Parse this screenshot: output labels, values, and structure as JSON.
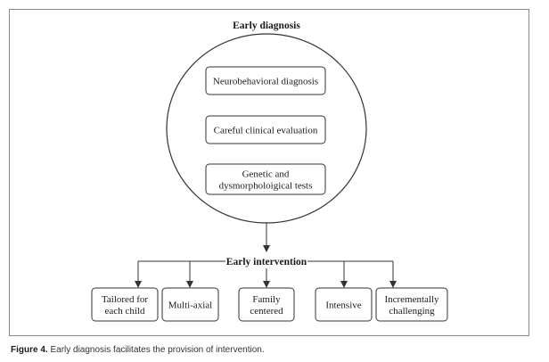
{
  "diagram": {
    "title": "Early diagnosis",
    "diagnosis_items": [
      [
        "Neurobehavioral diagnosis"
      ],
      [
        "Careful clinical evaluation"
      ],
      [
        "Genetic and",
        "dysmorpholoigical tests"
      ]
    ],
    "intervention_label": "Early intervention",
    "intervention_items": [
      [
        "Tailored for",
        "each child"
      ],
      [
        "Multi-axial"
      ],
      [
        "Family",
        "centered"
      ],
      [
        "Intensive"
      ],
      [
        "Incrementally",
        "challenging"
      ]
    ]
  },
  "caption": {
    "label": "Figure 4.",
    "text": " Early diagnosis facilitates the provision of intervention."
  }
}
